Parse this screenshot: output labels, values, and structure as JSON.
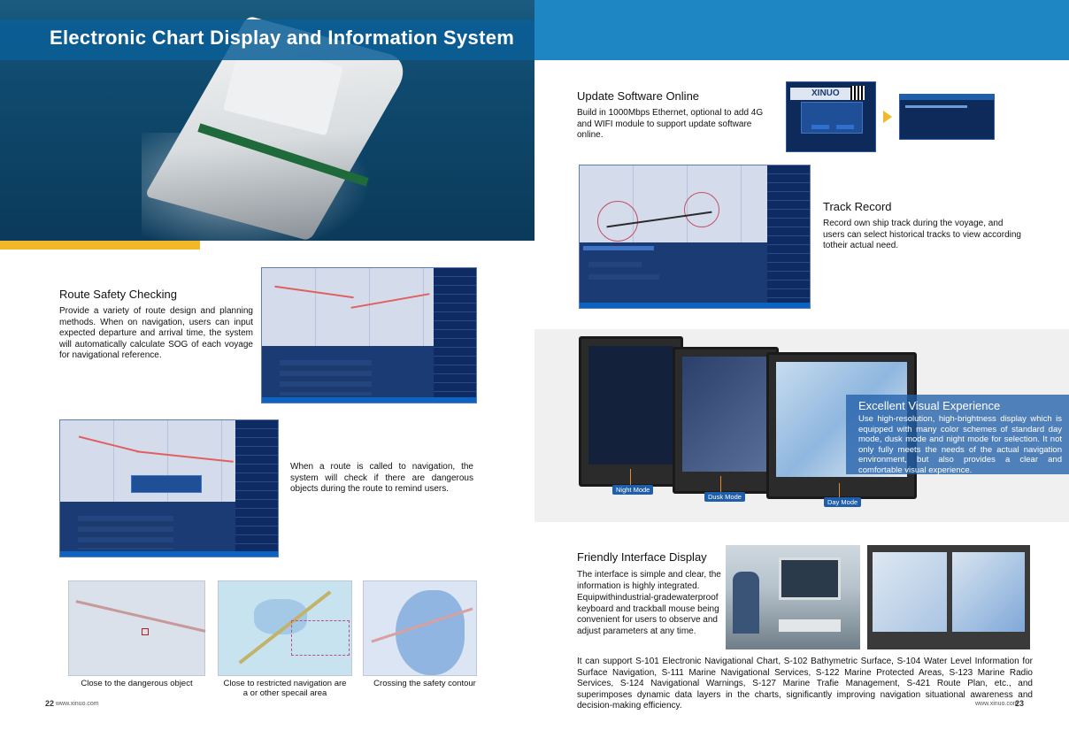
{
  "header": {
    "title": "Electronic Chart Display and Information System"
  },
  "sections": {
    "update": {
      "title": "Update Software Online",
      "body": "Build in 1000Mbps Ethernet, optional to add 4G and WIFI module to support update software online.",
      "logo": "XINUO"
    },
    "track": {
      "title": "Track Record",
      "body": "Record own ship track during the voyage, and users can select historical tracks to view according totheir actual need."
    },
    "route_safety": {
      "title": "Route Safety Checking",
      "body": "Provide a variety of route design and planning methods. When on navigation, users can input expected departure and arrival time, the system will automatically calculate SOG of each voyage for navigational reference."
    },
    "route_nav": {
      "body": "When a route is called to navigation, the system will check if there are dangerous objects during the route to remind users."
    },
    "visual": {
      "title": "Excellent Visual Experience",
      "body": "Use high-resolution, high-brightness display which is equipped with many color schemes of standard day mode, dusk mode and night mode for selection. It not only fully meets the needs of the actual navigation environment, but also provides a clear and comfortable visual experience.",
      "modes": [
        "Night Mode",
        "Dusk Mode",
        "Day Mode"
      ]
    },
    "friendly": {
      "title": "Friendly Interface Display",
      "body1": "The interface is simple and clear, the information is highly integrated.",
      "body2": "Equipwithindustrial-gradewaterproof keyboard and trackball mouse being convenient for users to observe and adjust parameters at any time.",
      "standards": "It can support S-101 Electronic Navigational Chart, S-102 Bathymetric Surface, S-104 Water Level Information for Surface Navigation, S-111 Marine Navigational Services, S-122 Marine Protected Areas, S-123 Marine Radio Services, S-124 Navigational Warnings, S-127 Marine Trafie Management, S-421 Route Plan, etc., and superimposes dynamic data layers in the charts, significantly improving navigation situational awareness and decision-making efficiency."
    },
    "captions": [
      "Close to the dangerous object",
      "Close to restricted navigation are a or other specail area",
      "Crossing the safety contour"
    ]
  },
  "footer": {
    "left_page": "22",
    "left_url": "www.xinuo.com",
    "right_url": "www.xinuo.com",
    "right_page": "23"
  },
  "colors": {
    "brand_blue": "#1f86c4",
    "accent_yellow": "#f1b82a",
    "panel_navy": "#0f2b63"
  }
}
